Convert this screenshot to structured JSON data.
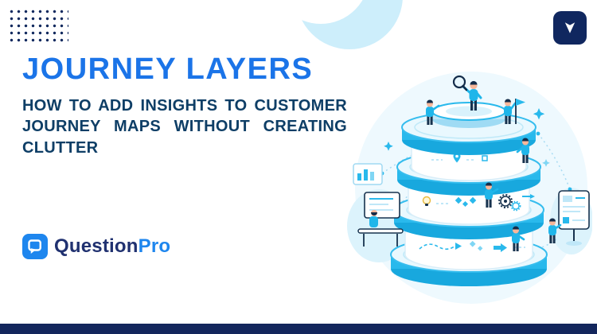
{
  "banner": {
    "title": "JOURNEY LAYERS",
    "subtitle": "HOW TO ADD INSIGHTS TO CUSTOMER JOURNEY MAPS WITHOUT CREATING CLUTTER"
  },
  "brand": {
    "name_primary": "Question",
    "name_accent": "Pro"
  },
  "colors": {
    "title_blue": "#1b74e8",
    "subtitle_navy": "#0e3e66",
    "accent_cyan": "#29b9ec",
    "light_blue": "#cdeefb",
    "badge_navy": "#10275f",
    "bottom_bar_navy": "#13265c",
    "logo_navy": "#203170",
    "logo_blue": "#1e86ee"
  }
}
